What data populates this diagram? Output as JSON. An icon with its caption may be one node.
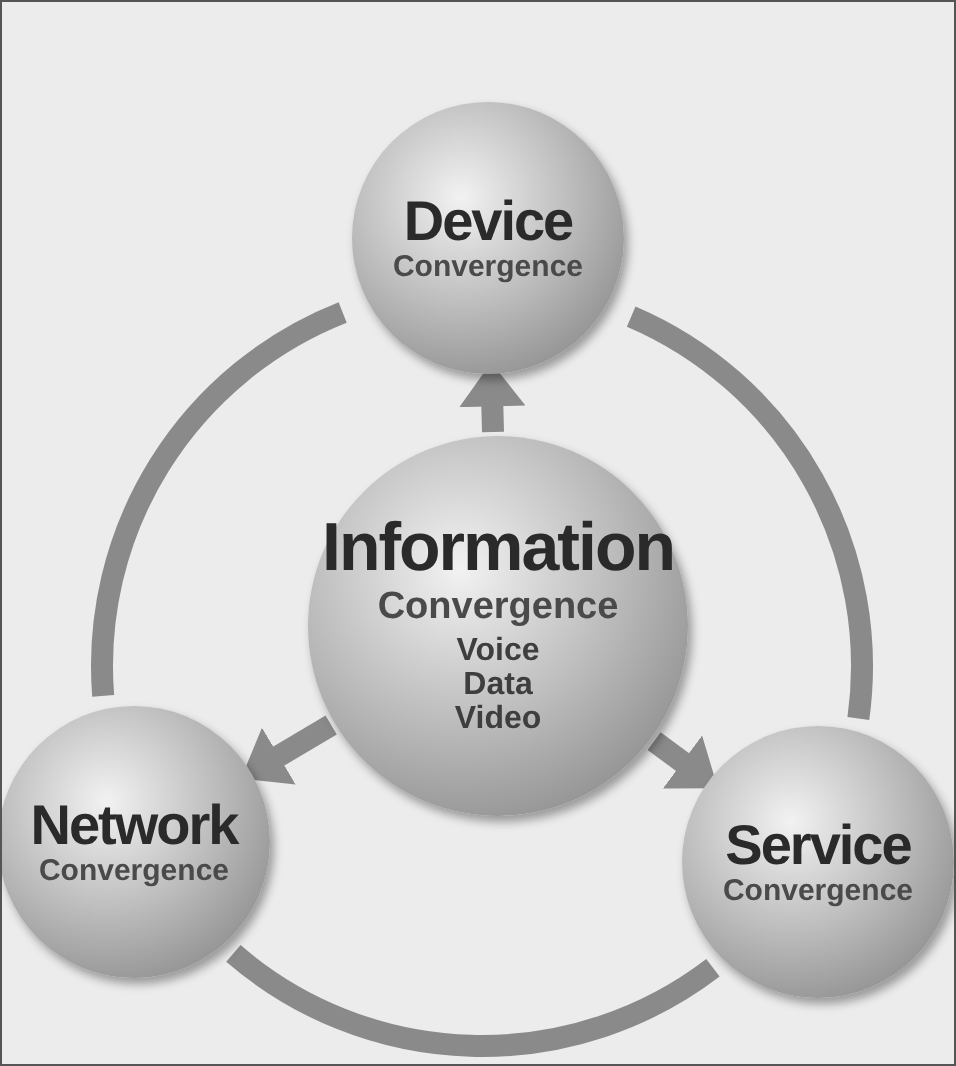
{
  "diagram": {
    "nodes": [
      {
        "text": [
          "Device",
          "Convergence"
        ]
      },
      {
        "text": [
          "Information",
          "Convergence",
          "Voice Data Video"
        ]
      },
      {
        "text": [
          "Network",
          "Convergence"
        ]
      },
      {
        "text": [
          "Service",
          "Convergence"
        ]
      }
    ],
    "edges": [
      {
        "from": 1,
        "to": 0,
        "arrow": "to"
      },
      {
        "from": 1,
        "to": 2,
        "arrow": "to"
      },
      {
        "from": 1,
        "to": 3,
        "arrow": "to"
      },
      {
        "from": 0,
        "to": 3,
        "arrow": "none"
      },
      {
        "from": 3,
        "to": 2,
        "arrow": "none"
      },
      {
        "from": 2,
        "to": 0,
        "arrow": "none"
      }
    ]
  }
}
